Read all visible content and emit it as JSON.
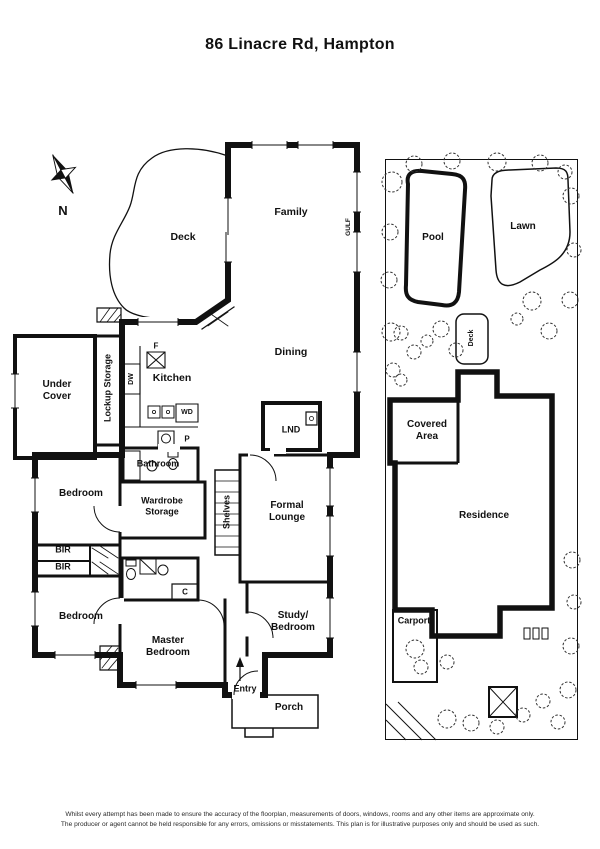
{
  "title": "86 Linacre Rd, Hampton",
  "compass": {
    "north_label": "N"
  },
  "floorplan": {
    "rooms": {
      "deck": "Deck",
      "family": "Family",
      "dining": "Dining",
      "kitchen": "Kitchen",
      "lockup_storage": "Lockup Storage",
      "under_cover": "Under Cover",
      "laundry": "LND",
      "bathroom": "Bathroom",
      "bedroom_front": "Bedroom",
      "wardrobe_storage": "Wardrobe Storage",
      "shelves": "Shelves",
      "formal_lounge": "Formal Lounge",
      "bir_upper": "BIR",
      "bir_lower": "BIR",
      "bedroom_rear": "Bedroom",
      "master_bedroom": "Master Bedroom",
      "study_bedroom": "Study/ Bedroom",
      "entry": "Entry",
      "porch": "Porch"
    },
    "fixtures": {
      "fridge": "F",
      "dishwasher": "DW",
      "washer_dryer": "WD",
      "pantry": "P",
      "cupboard": "C",
      "family_note": "GULF"
    }
  },
  "siteplan": {
    "areas": {
      "pool": "Pool",
      "lawn": "Lawn",
      "deck": "Deck",
      "covered_area": "Covered Area",
      "residence": "Residence",
      "carport": "Carport"
    }
  },
  "disclaimer": {
    "line1": "Whilst every attempt has been made to ensure the accuracy of the floorplan, measurements of doors, windows, rooms and any other items are approximate only.",
    "line2": "The producer or agent cannot be held responsible for any errors, omissions or misstatements. This plan is for illustrative purposes only and should be used as such."
  }
}
